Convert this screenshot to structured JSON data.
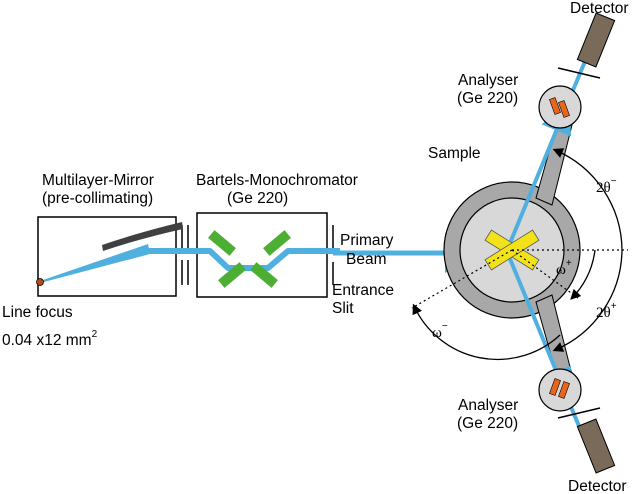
{
  "diagram": {
    "source_label_line1": "Line focus",
    "source_label_line2": "0.04 x12 mm",
    "source_label_sup": "2",
    "mirror_label_line1": "Multilayer-Mirror",
    "mirror_label_line2": "(pre-collimating)",
    "mono_label_line1": "Bartels-Monochromator",
    "mono_label_line2": "(Ge 220)",
    "primary_beam_line1": "Primary",
    "primary_beam_line2": "Beam",
    "entrance_slit_line1": "Entrance",
    "entrance_slit_line2": "Slit",
    "sample_label": "Sample",
    "analyser_top_line1": "Analyser",
    "analyser_top_line2": "(Ge 220)",
    "analyser_bottom_line1": "Analyser",
    "analyser_bottom_line2": "(Ge 220)",
    "detector_top": "Detector",
    "detector_bottom": "Detector",
    "angle_2theta_minus": "2θ",
    "angle_2theta_minus_sup": "−",
    "angle_2theta_plus": "2θ",
    "angle_2theta_plus_sup": "+",
    "angle_omega_plus": "ω",
    "angle_omega_plus_sup": "+",
    "angle_omega_minus": "ω",
    "angle_omega_minus_sup": "−"
  },
  "colors": {
    "beam": "#4fb0e0",
    "crystal_green": "#4caf33",
    "sample_yellow": "#f2e21a",
    "analyser_orange": "#e8661c",
    "detector_brown": "#7a6a5a",
    "stage_gray": "#a8a8a8",
    "stage_light": "#d8d8d8",
    "mirror_dark": "#404040",
    "source_dot": "#b84a1a"
  }
}
